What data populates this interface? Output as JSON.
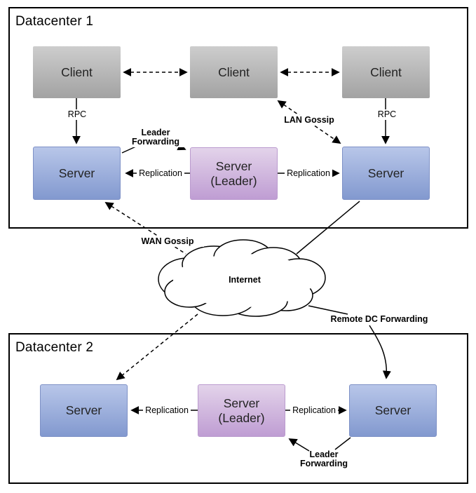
{
  "dc1": {
    "title": "Datacenter 1",
    "client1": "Client",
    "client2": "Client",
    "client3": "Client",
    "server_left": "Server",
    "leader_line1": "Server",
    "leader_line2": "(Leader)",
    "server_right": "Server"
  },
  "dc2": {
    "title": "Datacenter 2",
    "server_left": "Server",
    "leader_line1": "Server",
    "leader_line2": "(Leader)",
    "server_right": "Server"
  },
  "labels": {
    "rpc_left": "RPC",
    "rpc_right": "RPC",
    "lan_gossip": "LAN Gossip",
    "wan_gossip": "WAN Gossip",
    "leader_forwarding_dc1": "Leader Forwarding",
    "leader_forwarding_dc2": "Leader Forwarding",
    "replication_dc1_left": "Replication",
    "replication_dc1_right": "Replication",
    "replication_dc2_left": "Replication",
    "replication_dc2_right": "Replication",
    "internet": "Internet",
    "remote_dc_forwarding": "Remote DC Forwarding"
  },
  "colors": {
    "background": "#ffffff",
    "frame_border": "#000000",
    "line": "#000000",
    "client_gradient_top": "#cdcdcd",
    "client_gradient_bottom": "#a2a2a2",
    "server_gradient_top": "#b8c6e9",
    "server_gradient_bottom": "#8299cf",
    "leader_gradient_top": "#e3d3ea",
    "leader_gradient_bottom": "#bf9dd3"
  }
}
